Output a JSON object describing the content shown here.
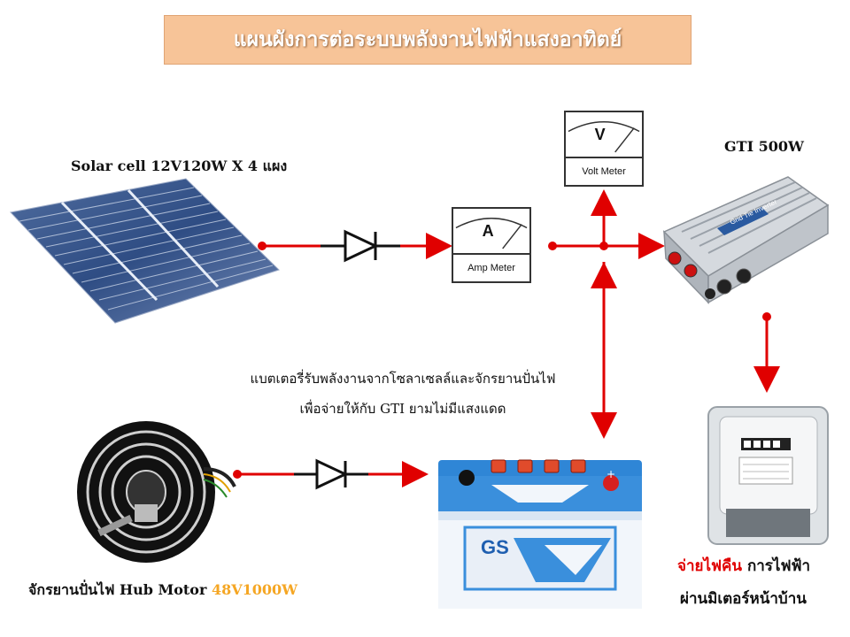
{
  "title": "แผนผังการต่อระบบพลังงานไฟฟ้าแสงอาทิตย์",
  "solar": {
    "label": "Solar cell 12V120W  X  4 แผง"
  },
  "gti": {
    "label": "GTI 500W",
    "device_text": "Grid Tie Inverter"
  },
  "amp_meter": {
    "letter": "A",
    "label": "Amp Meter"
  },
  "volt_meter": {
    "letter": "V",
    "label": "Volt Meter"
  },
  "note": {
    "line1": "แบตเตอรี่รับพลังงานจากโซลาเซลล์และจักรยานปั่นไฟ",
    "line2": "เพื่อจ่ายให้กับ GTI ยามไม่มีแสงแดด"
  },
  "hub_motor": {
    "label_prefix": "จักรยานปั่นไฟ Hub Motor ",
    "label_spec": "48V1000W"
  },
  "battery": {
    "brand": "GS"
  },
  "grid": {
    "line1_red": "จ่ายไฟคืน",
    "line1_rest": " การไฟฟ้า",
    "line2": "ผ่านมิเตอร์หน้าบ้าน"
  },
  "colors": {
    "wire": "#e00000",
    "title_bg": "#f7c498",
    "accent_orange": "#f5a623",
    "accent_red": "#e00000"
  }
}
